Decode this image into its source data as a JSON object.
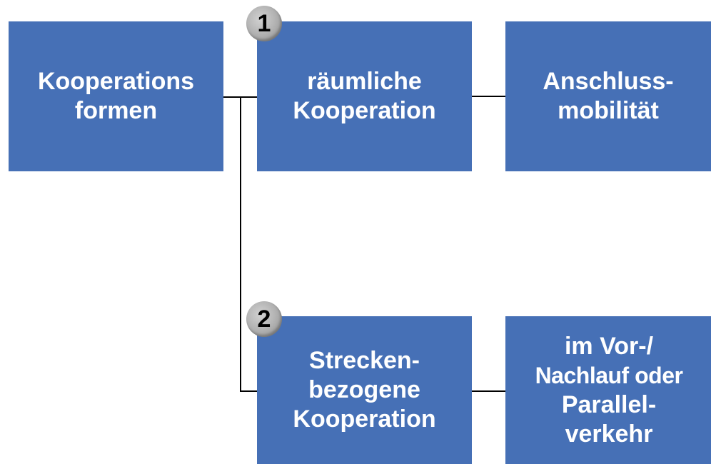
{
  "diagram": {
    "root": {
      "lines": [
        "Kooperations",
        "formen"
      ]
    },
    "branch1": {
      "badge": "1",
      "box": {
        "lines": [
          "räumliche",
          "Kooperation"
        ]
      },
      "child": {
        "lines": [
          "Anschluss-",
          "mobilität"
        ]
      }
    },
    "branch2": {
      "badge": "2",
      "box": {
        "lines": [
          "Strecken-",
          "bezogene",
          "Kooperation"
        ]
      },
      "child": {
        "lines": [
          "im Vor-/",
          "Nachlauf oder",
          "Parallel-",
          "verkehr"
        ]
      }
    },
    "colors": {
      "box_fill": "#4670b6",
      "box_text": "#ffffff",
      "connector": "#000000",
      "badge_fill": "#b5b5b5"
    }
  }
}
